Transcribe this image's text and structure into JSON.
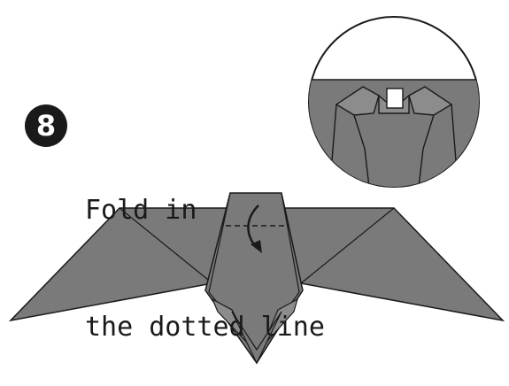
{
  "step": {
    "number": "8",
    "instruction_lines": [
      "Fold in",
      "the dotted line"
    ]
  },
  "colors": {
    "paper": "#7a7a7a",
    "paper_shade": "#8c8c8c",
    "outline": "#1a1a1a",
    "background": "#ffffff"
  },
  "icons": [
    "fold-arrow-icon",
    "step-number-icon"
  ]
}
